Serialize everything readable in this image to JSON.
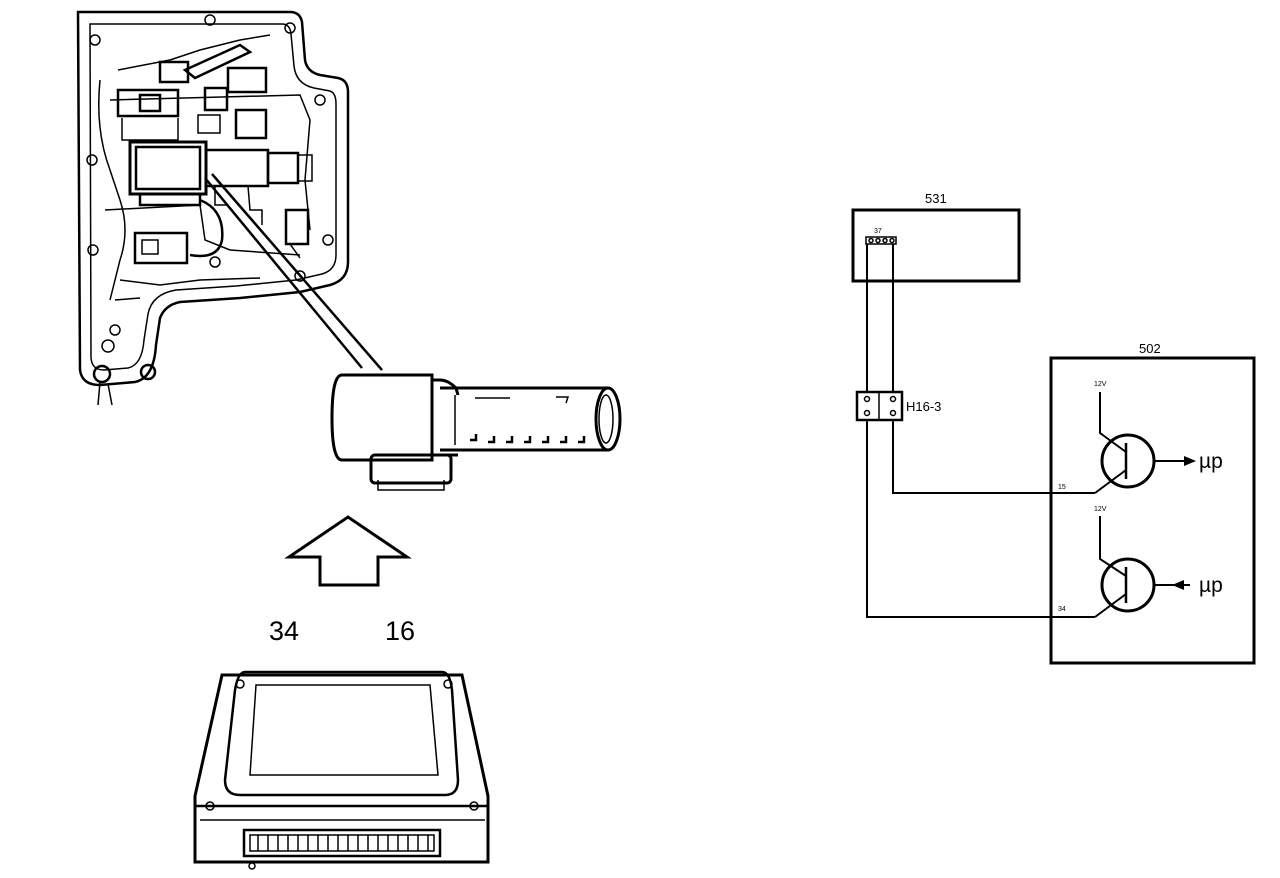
{
  "illustration": {
    "arrow_pin_left": "34",
    "arrow_pin_right": "16"
  },
  "schematic": {
    "box_top_label": "531",
    "box_top_pin": "37",
    "connector_label": "H16-3",
    "box_right_label": "502",
    "upper_transistor": {
      "supply": "12V",
      "pin": "15",
      "output": "µp"
    },
    "lower_transistor": {
      "supply": "12V",
      "pin": "34",
      "output": "µp"
    }
  }
}
